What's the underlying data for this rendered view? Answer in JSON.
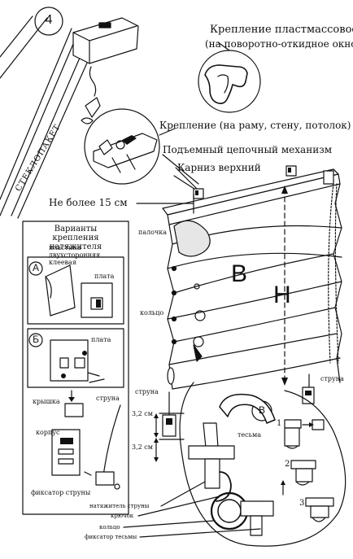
{
  "figure": {
    "step_number": "4",
    "glass_pane_label": "СТЕКЛОПАКЕТ",
    "callouts": {
      "plastic_mount_line1": "Крепление пластмассовое",
      "plastic_mount_line2": "(на поворотно-откидное окно)",
      "frame_mount": "Крепление (на раму, стену, потолок)",
      "chain_mechanism": "Подъемный цепочный механизм",
      "top_cornice": "Карниз верхний",
      "max_distance": "Не более 15 см",
      "rod": "палочка",
      "ring": "кольцо",
      "string_left": "струна",
      "string_right": "струна",
      "width_letter": "B",
      "height_letter": "H",
      "dim_top": "3,2 см",
      "dim_bottom": "3,2 см",
      "tape": "тесьма"
    },
    "inset_tensioner": {
      "title": "Варианты крепления натяжителя",
      "variant_a": {
        "marker": "А",
        "tape_label": "пластина двухсторонняя клеевая",
        "plate_label": "плата"
      },
      "variant_b": {
        "marker": "Б",
        "plate_label": "плата"
      },
      "cap_label": "крышка",
      "body_label": "корпус",
      "string_label": "струна",
      "string_fixer_label": "фиксатор струны"
    },
    "detail_v": {
      "marker": "В",
      "step1": "1",
      "step2": "2",
      "step3": "3",
      "bottom_labels": [
        "натяжитель струны",
        "крючок",
        "кольцо",
        "фиксатор тесьмы"
      ]
    }
  }
}
